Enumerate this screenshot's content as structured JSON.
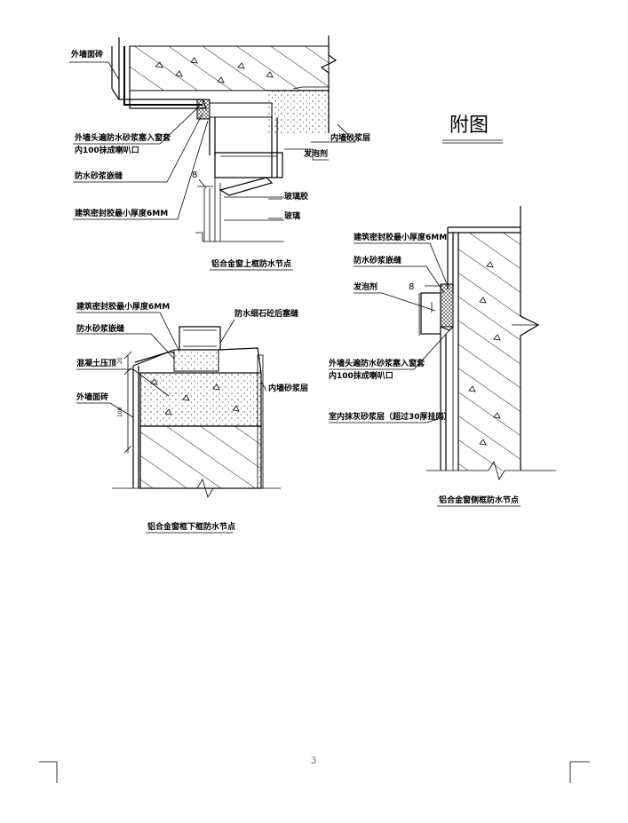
{
  "appendix_title": "附图",
  "page_number": "3",
  "detail_top": {
    "caption": "铝合金窗上框防水节点",
    "labels": {
      "exterior_tile": "外墙面砖",
      "mortar_insert_1": "外墙头遍防水砂浆塞入窗套",
      "mortar_insert_2": "内100抹成喇叭口",
      "waterproof_mortar": "防水砂浆嵌缝",
      "sealant": "建筑密封胶最小厚度6MM",
      "interior_plaster": "内墙砂浆层",
      "foam": "发泡剂",
      "glass_glue": "玻璃胶",
      "glass": "玻璃",
      "dim_8": "8"
    }
  },
  "detail_bottom": {
    "caption": "铝合金窗框下框防水节点",
    "labels": {
      "sealant": "建筑密封胶最小厚度6MM",
      "waterproof_joint": "防水砂浆嵌缝",
      "concrete_sill": "混凝土压顶",
      "exterior_tile": "外墙面砖",
      "fine_stone": "防水细石砼后塞缝",
      "interior_plaster": "内墙砂浆层",
      "dim_20": "20",
      "dim_100": "100"
    }
  },
  "detail_side": {
    "caption": "铝合金窗侧框防水节点",
    "labels": {
      "sealant": "建筑密封胶最小厚度6MM",
      "waterproof_mortar": "防水砂浆嵌缝",
      "foam": "发泡剂",
      "mortar_insert_1": "外墙头遍防水砂浆塞入窗套",
      "mortar_insert_2": "内100抹成喇叭口",
      "interior_plaster": "室内抹灰砂浆层（超过30厚挂网）",
      "dim_8": "8"
    }
  }
}
